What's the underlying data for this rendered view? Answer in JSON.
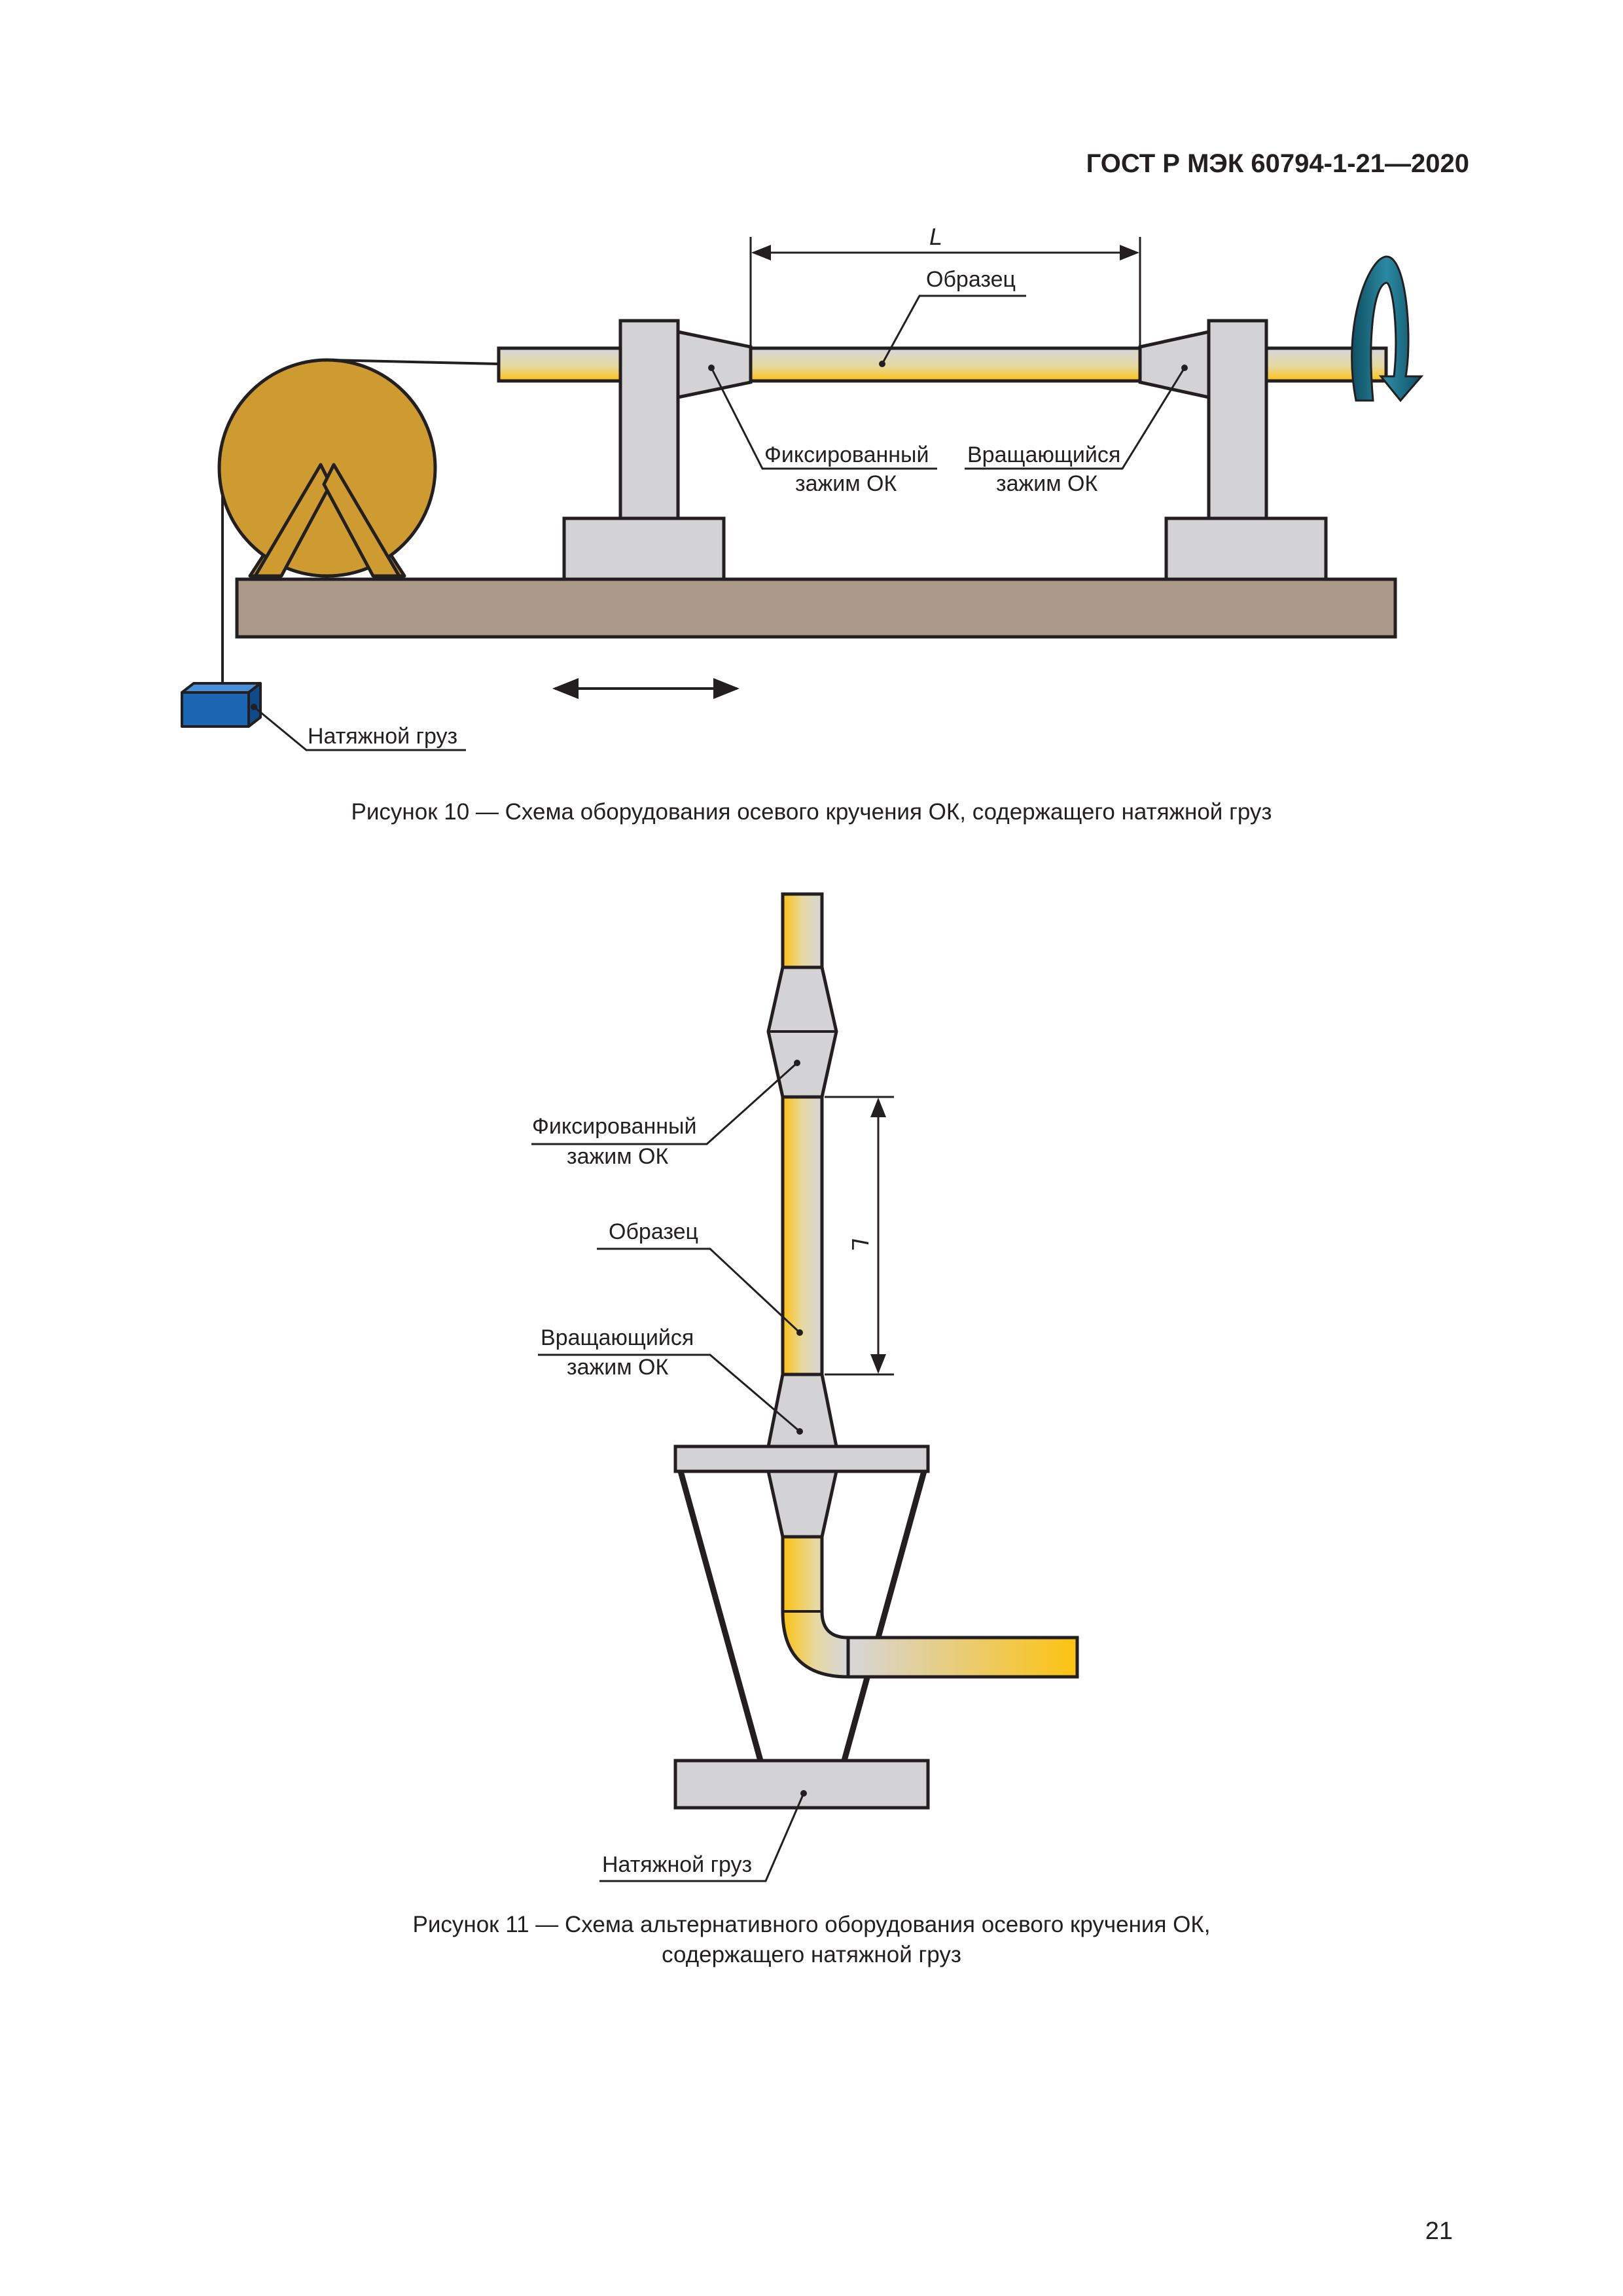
{
  "header": {
    "doc_id": "ГОСТ Р МЭК 60794-1-21—2020"
  },
  "figure10": {
    "length_label": "L",
    "sample_label": "Образец",
    "fixed_clamp_line1": "Фиксированный",
    "fixed_clamp_line2": "зажим ОК",
    "rotating_clamp_line1": "Вращающийся",
    "rotating_clamp_line2": "зажим ОК",
    "weight_label": "Натяжной груз",
    "caption": "Рисунок 10 — Схема оборудования осевого кручения ОК, содержащего натяжной груз"
  },
  "figure11": {
    "fixed_clamp_line1": "Фиксированный",
    "fixed_clamp_line2": "зажим ОК",
    "sample_label": "Образец",
    "rotating_clamp_line1": "Вращающийся",
    "rotating_clamp_line2": "зажим ОК",
    "length_label": "L",
    "weight_label": "Натяжной груз",
    "caption_line1": "Рисунок 11 — Схема альтернативного оборудования осевого кручения ОК,",
    "caption_line2": "содержащего натяжной груз"
  },
  "page": {
    "number": "21"
  },
  "colors": {
    "cable_yellow": "#fdc210",
    "clamp_grey": "#d3d3d6",
    "base_brown": "#ab998a",
    "drum_gold": "#cd9b30",
    "weight_blue": "#1a66b3",
    "arrow_teal": "#1a6a7e",
    "outline": "#231f20"
  }
}
